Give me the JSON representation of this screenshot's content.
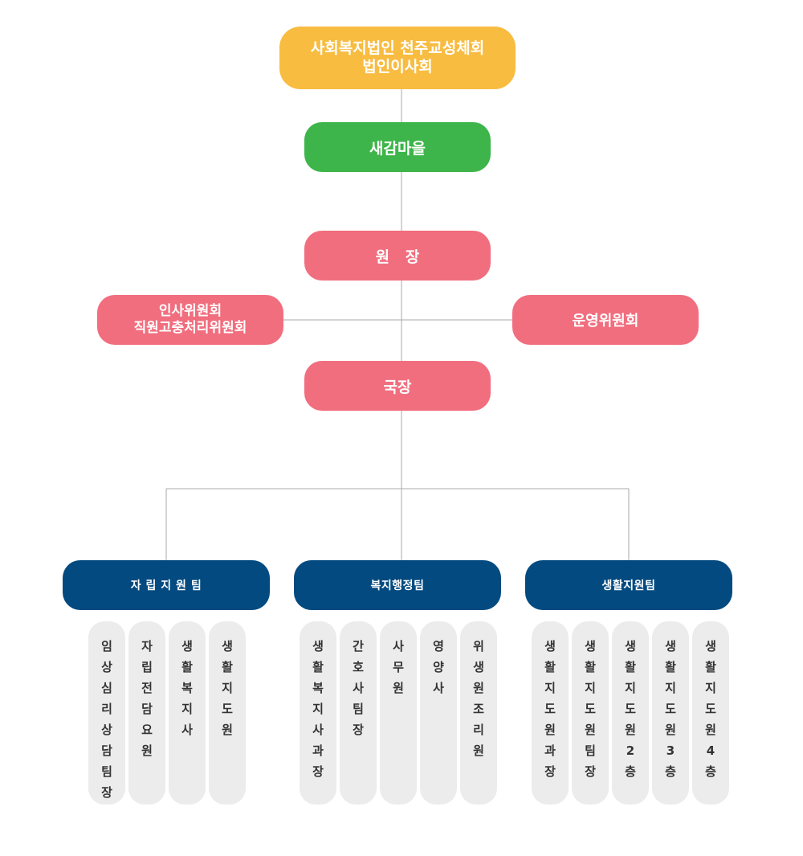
{
  "colors": {
    "board": "#f8bc41",
    "village": "#3db54a",
    "management": "#f16e7e",
    "team": "#034a80",
    "staff": "#ececec",
    "line": "#aaaaaa"
  },
  "board": {
    "line1": "사회복지법인 천주교성체회",
    "line2": "법인이사회"
  },
  "village": {
    "label": "새감마을"
  },
  "director": {
    "label": "원   장"
  },
  "committees": {
    "left": {
      "line1": "인사위원회",
      "line2": "직원고충처리위원회"
    },
    "right": {
      "label": "운영위원회"
    }
  },
  "bureau": {
    "label": "국장"
  },
  "teams": [
    {
      "label": "자 립 지 원 팀",
      "staff": [
        "임상심리상담팀장",
        "자립전담요원",
        "생활복지사",
        "생활지도원"
      ]
    },
    {
      "label": "복지행정팀",
      "staff": [
        "생활복지사과장",
        "간호사팀장",
        "사무원",
        "영양사",
        "위생원조리원"
      ]
    },
    {
      "label": "생활지원팀",
      "staff": [
        "생활지도원과장",
        "생활지도원팀장",
        "생활지도원2층",
        "생활지도원3층",
        "생활지도원4층"
      ]
    }
  ]
}
